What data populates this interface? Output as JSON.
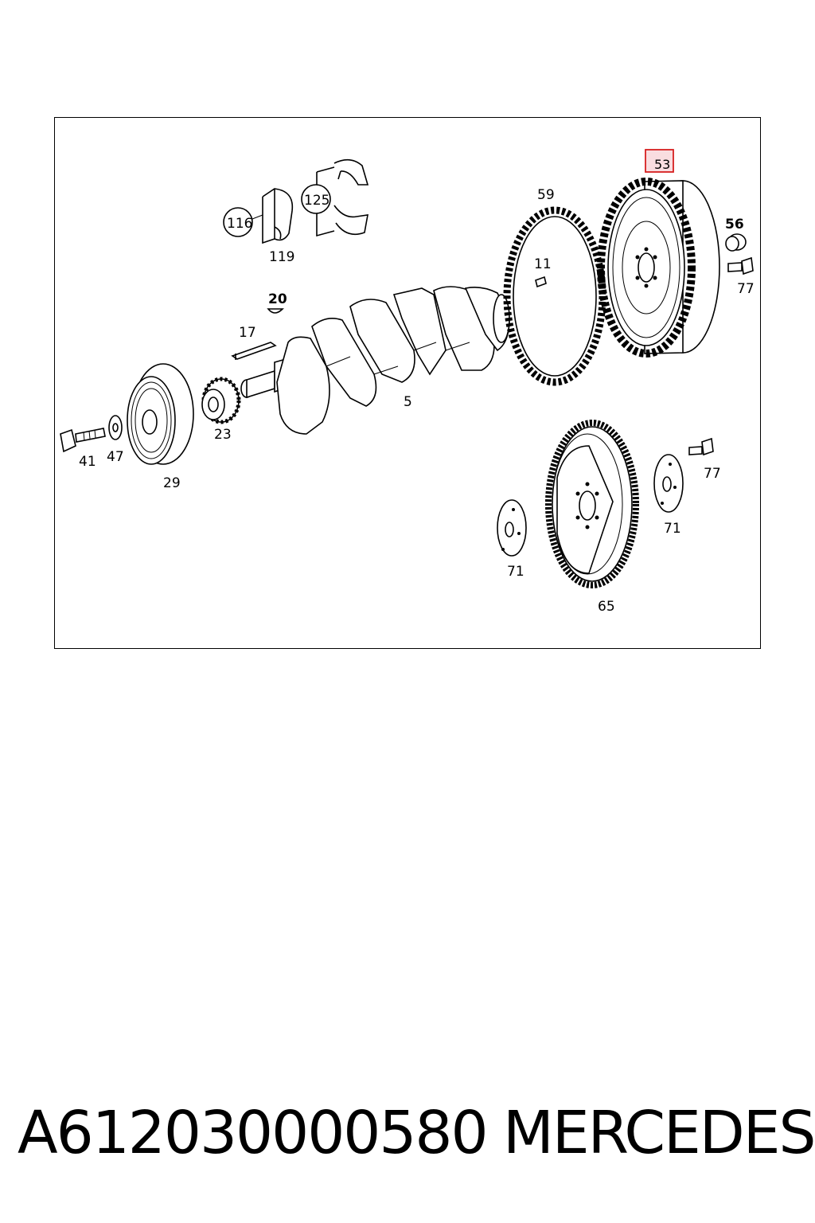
{
  "diagram": {
    "highlight": {
      "label": "53",
      "fill": "#f9dde0",
      "stroke": "#d62020"
    },
    "labels": {
      "p116": "116",
      "p125": "125",
      "p119": "119",
      "p59": "59",
      "p11": "11",
      "p56": "56",
      "p77a": "77",
      "p20": "20",
      "p17": "17",
      "p5": "5",
      "p23": "23",
      "p41": "41",
      "p47": "47",
      "p29": "29",
      "p77b": "77",
      "p71a": "71",
      "p71b": "71",
      "p65": "65"
    }
  },
  "footer": {
    "part_number": "A612030000580",
    "brand": "MERCEDES"
  }
}
